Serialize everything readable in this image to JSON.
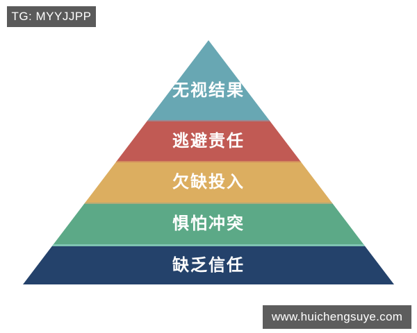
{
  "page": {
    "background": "#ffffff"
  },
  "badges": {
    "top_left": {
      "label": "TG: MYYJJPP",
      "bg": "#5a5a5a",
      "color": "#ffffff"
    },
    "bottom_right": {
      "label": "www.huichengsuye.com",
      "bg": "#5d5d5d",
      "color": "#ffffff"
    }
  },
  "pyramid": {
    "type": "pyramid-diagram",
    "text_color": "#ffffff",
    "levels": [
      {
        "position": "top",
        "label": "无视结果",
        "color": "#68a7b3"
      },
      {
        "position": "second",
        "label": "逃避责任",
        "color": "#c15a54"
      },
      {
        "position": "third",
        "label": "欠缺投入",
        "color": "#dcae60"
      },
      {
        "position": "fourth",
        "label": "惧怕冲突",
        "color": "#5ca987"
      },
      {
        "position": "base",
        "label": "缺乏信任",
        "color": "#24426b"
      }
    ]
  }
}
